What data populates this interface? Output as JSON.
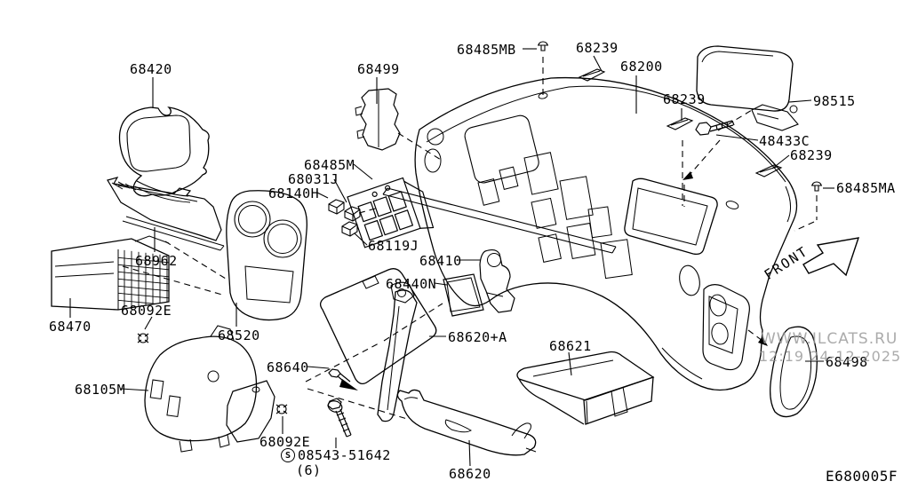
{
  "diagram": {
    "code": "E680005F",
    "front_label": "FRONT",
    "watermark": {
      "line1": "WWW.ILCATS.RU",
      "line2": "12:19 24-12-2025",
      "color": "#b4b4b4"
    },
    "colors": {
      "background": "#ffffff",
      "line": "#000000"
    },
    "hardware": {
      "screw_symbol": "S",
      "screw_number": "08543-51642",
      "screw_qty": "(6)"
    },
    "labels": [
      {
        "text": "68420"
      },
      {
        "text": "68499"
      },
      {
        "text": "68485MB"
      },
      {
        "text": "68239"
      },
      {
        "text": "68200"
      },
      {
        "text": "68239"
      },
      {
        "text": "98515"
      },
      {
        "text": "48433C"
      },
      {
        "text": "68239"
      },
      {
        "text": "68485MA"
      },
      {
        "text": "68962"
      },
      {
        "text": "68470"
      },
      {
        "text": "68092E"
      },
      {
        "text": "68520"
      },
      {
        "text": "68105M"
      },
      {
        "text": "68485M"
      },
      {
        "text": "68031J"
      },
      {
        "text": "68140H"
      },
      {
        "text": "68119J"
      },
      {
        "text": "68410"
      },
      {
        "text": "68440N"
      },
      {
        "text": "68620+A"
      },
      {
        "text": "68621"
      },
      {
        "text": "68640"
      },
      {
        "text": "68092E"
      },
      {
        "text": "68620"
      },
      {
        "text": "68498"
      }
    ]
  }
}
